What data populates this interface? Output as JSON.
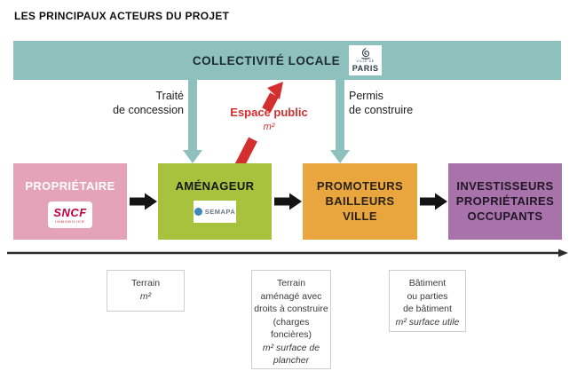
{
  "title": "LES PRINCIPAUX ACTEURS DU PROJET",
  "colors": {
    "teal": "#8EC0BD",
    "red": "#D32F2F",
    "pink": "#E4A3B8",
    "green": "#A9C23E",
    "orange": "#E9A63E",
    "purple": "#A873AA",
    "arrow_black": "#141414"
  },
  "top_bar": {
    "label": "COLLECTIVITÉ LOCALE",
    "logo": {
      "ville_de": "VILLE DE",
      "paris": "PARIS"
    }
  },
  "flows": {
    "traite": {
      "line1": "Traité",
      "line2": "de concession"
    },
    "espace": {
      "label": "Espace public",
      "unit": "m²"
    },
    "permis": {
      "line1": "Permis",
      "line2": "de construire"
    }
  },
  "actors": [
    {
      "id": "proprietaire",
      "label": "PROPRIÉTAIRE"
    },
    {
      "id": "amenageur",
      "label": "AMÉNAGEUR"
    },
    {
      "id": "promoteurs",
      "lines": [
        "PROMOTEURS",
        "BAILLEURS",
        "VILLE"
      ]
    },
    {
      "id": "investisseurs",
      "lines": [
        "INVESTISSEURS",
        "PROPRIÉTAIRES",
        "OCCUPANTS"
      ]
    }
  ],
  "logos": {
    "sncf": {
      "name": "SNCF",
      "sub": "IMMOBILIER"
    },
    "semapa": {
      "name": "SEMAPA"
    }
  },
  "timeline_boxes": [
    {
      "lines": [
        "Terrain"
      ],
      "italic_lines": [
        "m²"
      ]
    },
    {
      "lines": [
        "Terrain",
        "aménagé avec",
        "droits à construire",
        "(charges",
        "foncières)"
      ],
      "italic_lines": [
        "m² surface de",
        "plancher"
      ]
    },
    {
      "lines": [
        "Bâtiment",
        "ou parties",
        "de bâtiment"
      ],
      "italic_lines": [
        "m² surface utile"
      ]
    }
  ]
}
